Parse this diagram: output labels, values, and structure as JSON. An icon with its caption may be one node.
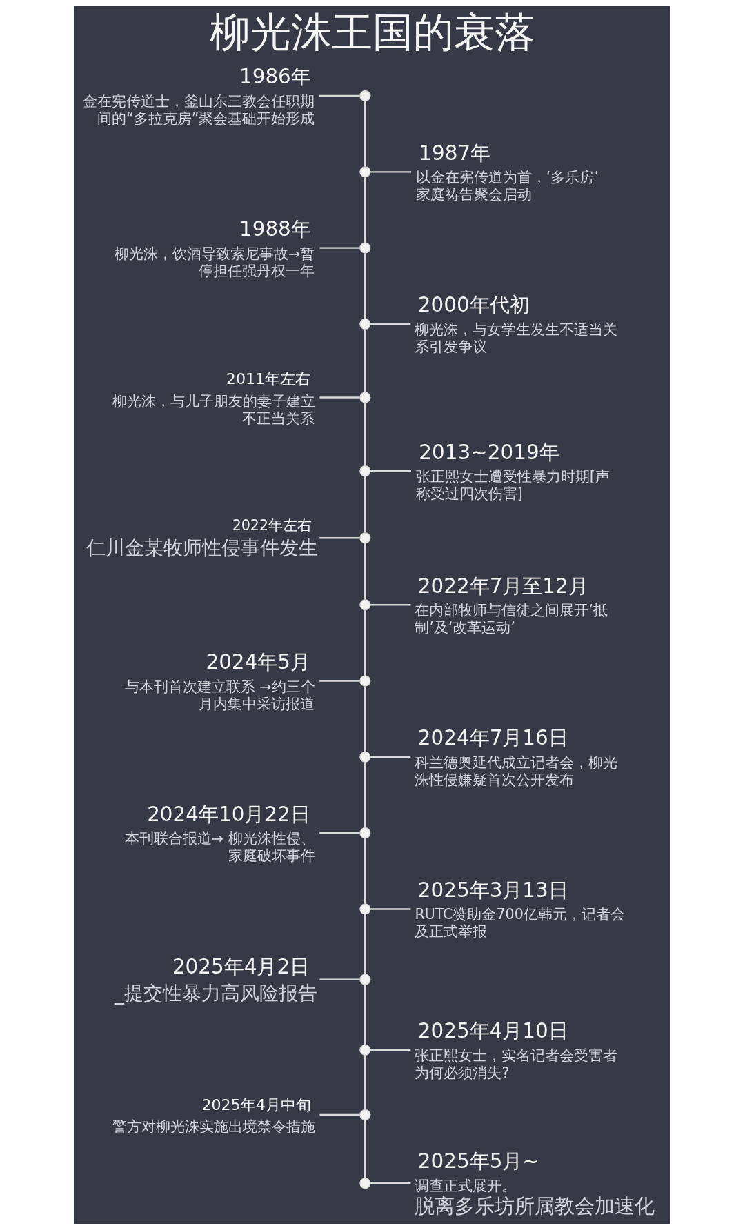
{
  "diagram": {
    "title": "柳光洙王国的衰落",
    "nodes": [
      {
        "text": [
          "1986年",
          "金在宪传道士，釜山东三教会任职期间的“多拉克房”聚会基础开始形成"
        ]
      },
      {
        "text": [
          "1987年",
          "以金在宪传道为首，‘多乐房’家庭祷告聚会启动"
        ]
      },
      {
        "text": [
          "1988年",
          "柳光洙，饮酒导致索尼事故→暂停担任强丹权一年"
        ]
      },
      {
        "text": [
          "2000年代初",
          "柳光洙，与女学生发生不适当关系引发争议"
        ]
      },
      {
        "text": [
          "2011年左右",
          "柳光洙，与儿子朋友的妻子建立不正当关系"
        ]
      },
      {
        "text": [
          "2013~2019年",
          "张正熙女士遭受性暴力时期[声称受过四次伤害]"
        ]
      },
      {
        "text": [
          "2022年左右",
          "仁川金某牧师性侵事件发生"
        ]
      },
      {
        "text": [
          "2022年7月至12月",
          "在内部牧师与信徒之间展开‘抵制’及‘改革运动’"
        ]
      },
      {
        "text": [
          "2024年5月",
          "与本刊首次建立联系 →约三个月内集中采访报道"
        ]
      },
      {
        "text": [
          "2024年7月16日",
          "科兰德奥延代成立记者会，柳光洙性侵嫌疑首次公开发布"
        ]
      },
      {
        "text": [
          "2024年10月22日",
          "本刊联合报道→ 柳光洙性侵、家庭破坏事件"
        ]
      },
      {
        "text": [
          "2025年3月13日",
          "RUTC赞助金700亿韩元，记者会及正式举报"
        ]
      },
      {
        "text": [
          "2025年4月2日",
          "_提交性暴力高风险报告"
        ]
      },
      {
        "text": [
          "2025年4月10日",
          "张正熙女士，实名记者会受害者为何必须消失?"
        ]
      },
      {
        "text": [
          "2025年4月中旬",
          "警方对柳光洙实施出境禁令措施"
        ]
      },
      {
        "text": [
          "2025年5月~",
          "调查正式展开。",
          "脱离多乐坊所属教会加速化"
        ]
      },
      {
        "text": [],
        "shape": "circle"
      },
      {
        "text": [],
        "shape": "circle"
      },
      {
        "text": [],
        "shape": "circle"
      },
      {
        "text": [],
        "shape": "circle"
      },
      {
        "text": [],
        "shape": "circle"
      },
      {
        "text": [],
        "shape": "circle"
      },
      {
        "text": [],
        "shape": "circle"
      },
      {
        "text": [],
        "shape": "circle"
      },
      {
        "text": [],
        "shape": "circle"
      },
      {
        "text": [],
        "shape": "circle"
      },
      {
        "text": [],
        "shape": "circle"
      },
      {
        "text": [],
        "shape": "circle"
      },
      {
        "text": [],
        "shape": "circle"
      },
      {
        "text": [],
        "shape": "circle"
      },
      {
        "text": [],
        "shape": "circle"
      },
      {
        "text": [],
        "shape": "circle"
      }
    ],
    "edges": [
      {
        "from": 0,
        "to": 16,
        "arrow": "none"
      },
      {
        "from": 17,
        "to": 1,
        "arrow": "none"
      },
      {
        "from": 2,
        "to": 18,
        "arrow": "none"
      },
      {
        "from": 19,
        "to": 3,
        "arrow": "none"
      },
      {
        "from": 4,
        "to": 20,
        "arrow": "none"
      },
      {
        "from": 21,
        "to": 5,
        "arrow": "none"
      },
      {
        "from": 6,
        "to": 22,
        "arrow": "none"
      },
      {
        "from": 23,
        "to": 7,
        "arrow": "none"
      },
      {
        "from": 8,
        "to": 24,
        "arrow": "none"
      },
      {
        "from": 25,
        "to": 9,
        "arrow": "none"
      },
      {
        "from": 10,
        "to": 26,
        "arrow": "none"
      },
      {
        "from": 27,
        "to": 11,
        "arrow": "none"
      },
      {
        "from": 12,
        "to": 28,
        "arrow": "none"
      },
      {
        "from": 29,
        "to": 13,
        "arrow": "none"
      },
      {
        "from": 14,
        "to": 30,
        "arrow": "none"
      },
      {
        "from": 31,
        "to": 15,
        "arrow": "none"
      },
      {
        "from": 16,
        "to": 17,
        "arrow": "none"
      },
      {
        "from": 17,
        "to": 18,
        "arrow": "none"
      },
      {
        "from": 18,
        "to": 19,
        "arrow": "none"
      },
      {
        "from": 19,
        "to": 20,
        "arrow": "none"
      },
      {
        "from": 20,
        "to": 21,
        "arrow": "none"
      },
      {
        "from": 21,
        "to": 22,
        "arrow": "none"
      },
      {
        "from": 22,
        "to": 23,
        "arrow": "none"
      },
      {
        "from": 23,
        "to": 24,
        "arrow": "none"
      },
      {
        "from": 24,
        "to": 25,
        "arrow": "none"
      },
      {
        "from": 25,
        "to": 26,
        "arrow": "none"
      },
      {
        "from": 26,
        "to": 27,
        "arrow": "none"
      },
      {
        "from": 27,
        "to": 28,
        "arrow": "none"
      },
      {
        "from": 28,
        "to": 29,
        "arrow": "none"
      },
      {
        "from": 29,
        "to": 30,
        "arrow": "none"
      },
      {
        "from": 30,
        "to": 31,
        "arrow": "none"
      }
    ]
  }
}
